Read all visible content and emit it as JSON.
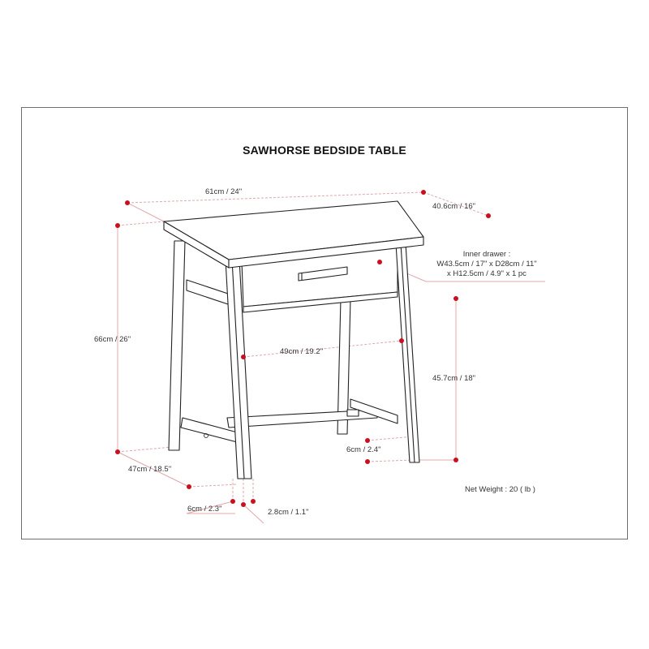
{
  "title": "SAWHORSE BEDSIDE TABLE",
  "colors": {
    "frame": "#6e6e6e",
    "line": "#222222",
    "dimension_dot": "#cc0f1e",
    "dimension_line": "#e0a8ac"
  },
  "dimensions": {
    "width": "61cm / 24\"",
    "depth": "40.6cm / 16\"",
    "height": "66cm / 26\"",
    "inner_width": "49cm / 19.2''",
    "leg_height": "45.7cm / 18\"",
    "base_depth": "47cm / 18.5''",
    "stretcher_height": "6cm / 2.4\"",
    "leg_width": "6cm / 2.3\"",
    "leg_thickness": "2.8cm / 1.1''"
  },
  "inner_drawer": {
    "line1": "Inner drawer :",
    "line2": "W43.5cm / 17\" x D28cm / 11\"",
    "line3": "x H12.5cm / 4.9\" x 1 pc"
  },
  "net_weight": "Net Weight : 20 ( lb )"
}
